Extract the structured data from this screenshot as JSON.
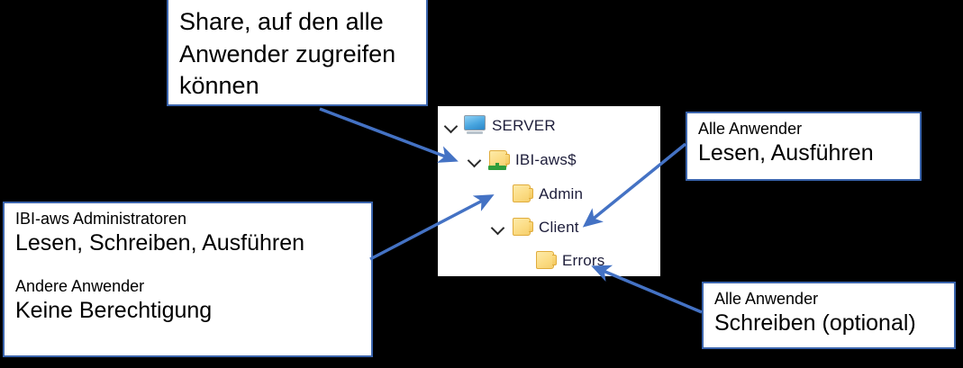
{
  "diagram": {
    "accent_color": "#3a64ac",
    "arrow_color": "#4472c4",
    "background": "#000000",
    "panel_background": "#ffffff"
  },
  "callouts": {
    "share": {
      "name": "share-callout",
      "line1": "Share, auf den alle",
      "line2": "Anwender zugreifen",
      "line3": "können"
    },
    "administrators": {
      "name": "administrators-callout",
      "group1_title": "IBI-aws Administratoren",
      "group1_rights": "Lesen, Schreiben, Ausführen",
      "group2_title": "Andere Anwender",
      "group2_rights": "Keine Berechtigung"
    },
    "read_execute": {
      "name": "read-execute-callout",
      "title": "Alle Anwender",
      "rights": "Lesen, Ausführen"
    },
    "write_optional": {
      "name": "write-optional-callout",
      "title": "Alle Anwender",
      "rights": "Schreiben (optional)"
    }
  },
  "tree": {
    "nodes": [
      {
        "label": "SERVER",
        "icon": "monitor-icon",
        "expanded": true,
        "has_chevron": true,
        "depth": 0
      },
      {
        "label": "IBI-aws$",
        "icon": "share-folder-icon",
        "expanded": true,
        "has_chevron": true,
        "depth": 1
      },
      {
        "label": "Admin",
        "icon": "folder-icon",
        "expanded": false,
        "has_chevron": false,
        "depth": 2
      },
      {
        "label": "Client",
        "icon": "folder-icon",
        "expanded": true,
        "has_chevron": true,
        "depth": 2
      },
      {
        "label": "Errors",
        "icon": "folder-icon",
        "expanded": false,
        "has_chevron": false,
        "depth": 3
      }
    ]
  },
  "connectors": [
    {
      "name": "arrow-share-to-ibi-aws",
      "from": "share-callout",
      "to": "IBI-aws$"
    },
    {
      "name": "arrow-admins-to-admin",
      "from": "administrators-callout",
      "to": "Admin"
    },
    {
      "name": "arrow-read-to-client",
      "from": "read-execute-callout",
      "to": "Client"
    },
    {
      "name": "arrow-write-to-errors",
      "from": "write-optional-callout",
      "to": "Errors"
    }
  ]
}
